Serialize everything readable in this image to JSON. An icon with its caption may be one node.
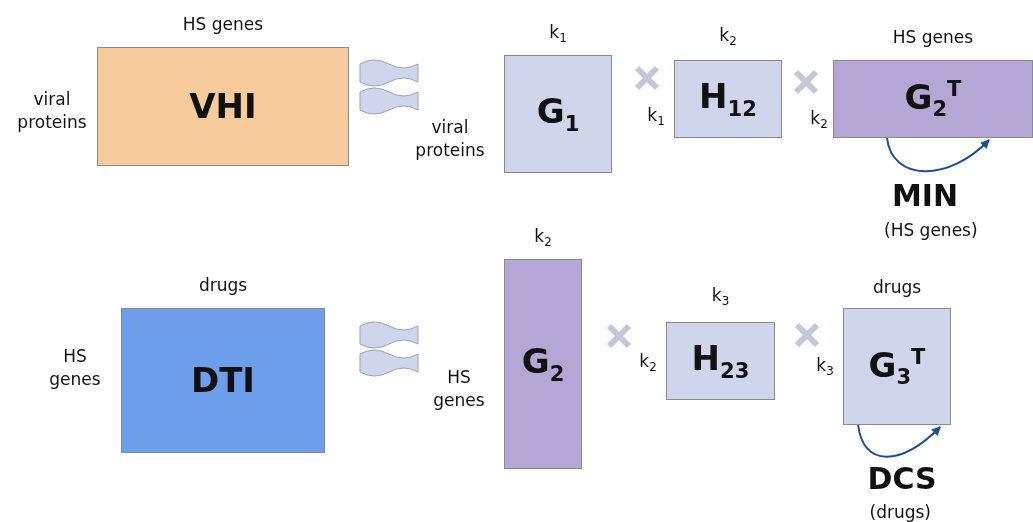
{
  "diagram": {
    "nodes": [
      {
        "text": [
          "HS genes",
          "VHI"
        ],
        "beside": [
          "viral proteins"
        ]
      },
      {
        "text": [
          "k$_{1}$",
          "G$_{1}$"
        ],
        "beside": [
          "viral proteins"
        ]
      },
      {
        "text": [
          "k$_{2}$",
          "H$_{12}$"
        ],
        "beside": [
          "k$_{1}$"
        ]
      },
      {
        "text": [
          "HS genes",
          "G$_{2}$$^{T}$"
        ],
        "beside": [
          "k$_{2}$"
        ]
      },
      {
        "text": [
          "drugs",
          "DTI"
        ],
        "beside": [
          "HS genes"
        ]
      },
      {
        "text": [
          "k$_{2}$",
          "G$_{2}$"
        ],
        "beside": [
          "HS genes"
        ]
      },
      {
        "text": [
          "k$_{3}$",
          "H$_{23}$"
        ],
        "beside": [
          "k$_{2}$"
        ]
      },
      {
        "text": [
          "drugs",
          "G$_{3}$$^{T}$"
        ],
        "beside": [
          "k$_{3}$"
        ]
      }
    ],
    "edges": [
      {
        "from": 3,
        "to": 3,
        "arrow": "to"
      },
      {
        "from": 7,
        "to": 7,
        "arrow": "to"
      }
    ],
    "labels": [
      "MIN",
      "(HS genes)",
      "DCS",
      "(drugs)"
    ]
  }
}
